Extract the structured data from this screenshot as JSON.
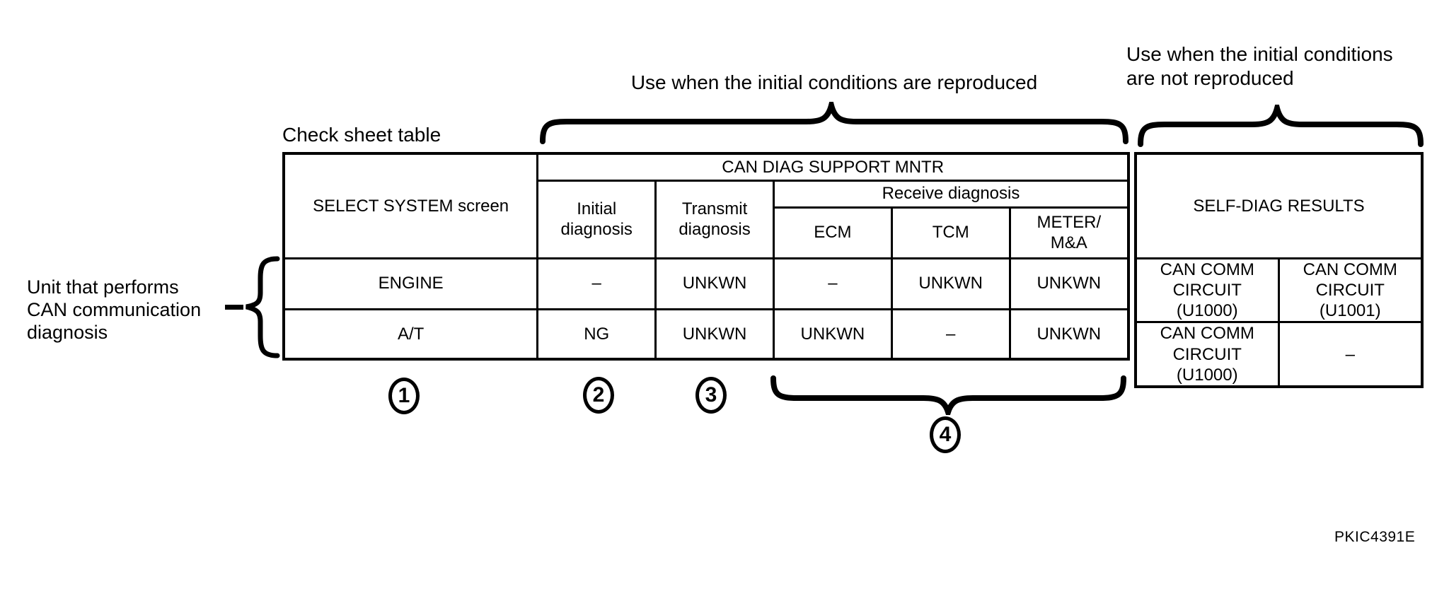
{
  "labels": {
    "reproduced": "Use when the initial conditions are reproduced",
    "not_reproduced": "Use when the initial conditions\nare not reproduced",
    "check_sheet_table": "Check sheet table",
    "unit_note": "Unit that performs\nCAN communication\ndiagnosis",
    "callouts": [
      "1",
      "2",
      "3",
      "4"
    ]
  },
  "figure_code": "PKIC4391E",
  "table": {
    "select_system_header": "SELECT SYSTEM screen",
    "can_diag_header": "CAN DIAG SUPPORT MNTR",
    "initial_header": "Initial\ndiagnosis",
    "transmit_header": "Transmit\ndiagnosis",
    "receive_header": "Receive diagnosis",
    "receive_columns": [
      "ECM",
      "TCM",
      "METER/\nM&A"
    ],
    "self_diag_header": "SELF-DIAG RESULTS",
    "rows": [
      {
        "system": "ENGINE",
        "initial": "–",
        "transmit": "UNKWN",
        "ecm": "–",
        "tcm": "UNKWN",
        "meter": "UNKWN",
        "self1": "CAN COMM CIRCUIT\n(U1000)",
        "self2": "CAN COMM CIRCUIT\n(U1001)"
      },
      {
        "system": "A/T",
        "initial": "NG",
        "transmit": "UNKWN",
        "ecm": "UNKWN",
        "tcm": "–",
        "meter": "UNKWN",
        "self1": "CAN COMM CIRCUIT\n(U1000)",
        "self2": "–"
      }
    ]
  }
}
